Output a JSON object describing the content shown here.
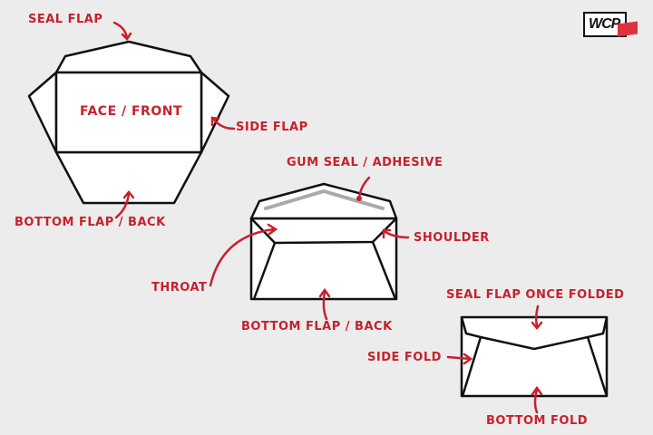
{
  "logo": {
    "text": "WCP",
    "accent": "#e0323c"
  },
  "colors": {
    "label": "#c8202c",
    "background": "#ececec",
    "outline": "#111111",
    "gum": "#aaaaaa"
  },
  "diagram1": {
    "labels": {
      "seal_flap": "SEAL FLAP",
      "face": "FACE / FRONT",
      "side_flap": "SIDE FLAP",
      "bottom_flap": "BOTTOM FLAP / BACK"
    }
  },
  "diagram2": {
    "labels": {
      "gum_seal": "GUM SEAL / ADHESIVE",
      "shoulder": "SHOULDER",
      "throat": "THROAT",
      "bottom_flap": "BOTTOM FLAP / BACK"
    }
  },
  "diagram3": {
    "labels": {
      "seal_flap_folded": "SEAL FLAP ONCE FOLDED",
      "side_fold": "SIDE FOLD",
      "bottom_fold": "BOTTOM FOLD"
    }
  }
}
